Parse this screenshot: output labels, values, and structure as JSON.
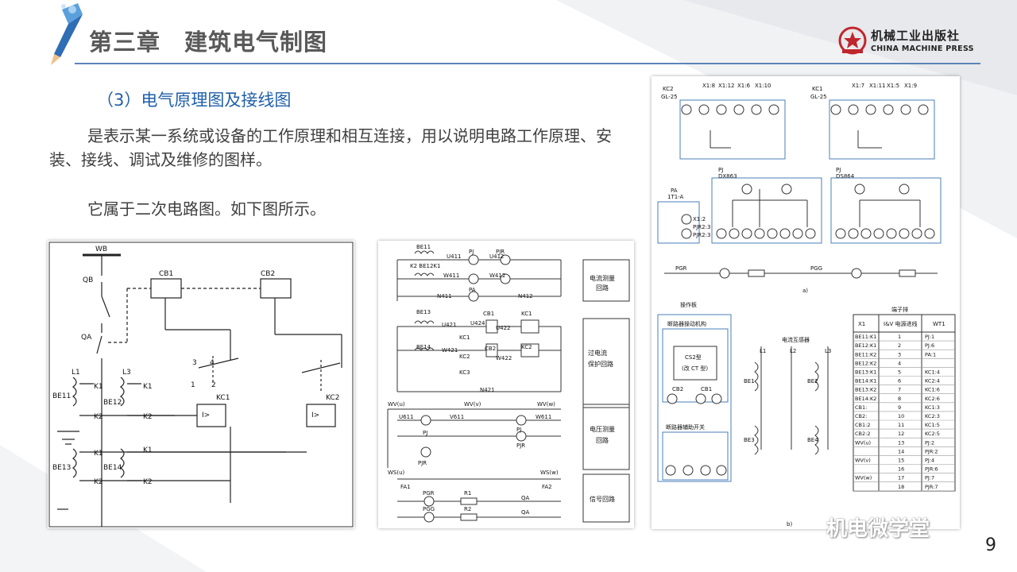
{
  "header": {
    "chapter_no": "第三章",
    "chapter_title": "建筑电气制图",
    "publisher_cn": "机械工业出版社",
    "publisher_en": "CHINA MACHINE PRESS"
  },
  "content": {
    "subtitle": "（3）电气原理图及接线图",
    "paragraph1": "是表示某一系统或设备的工作原理和相互连接，用以说明电路工作原理、安装、接线、调试及维修的图样。",
    "paragraph2": "它属于二次电路图。如下图所示。"
  },
  "figure_left": {
    "labels": [
      "WB",
      "QB",
      "CB1",
      "CB2",
      "QA",
      "L1",
      "L3",
      "BE11",
      "BE12",
      "BE13",
      "BE14",
      "K1",
      "K2",
      "KC1",
      "KC2",
      "3",
      "4",
      "1",
      "2"
    ]
  },
  "figure_middle": {
    "row_labels": [
      "BE11",
      "BE12",
      "K1",
      "K2",
      "U411",
      "N411",
      "W411",
      "PA",
      "PJ",
      "PJR",
      "U412",
      "W412",
      "N412",
      "BE13",
      "BE14",
      "U421",
      "W421",
      "U424",
      "CB1",
      "CB2",
      "KC1",
      "KC2",
      "KC3",
      "U422",
      "W422",
      "N421",
      "WV(u)",
      "WV(v)",
      "WV(w)",
      "U611",
      "V611",
      "W611",
      "WS(u)",
      "WS(w)",
      "FA1",
      "FA2",
      "PGR",
      "PGG",
      "R1",
      "R2",
      "QA"
    ],
    "section_labels": [
      "电流测量回路",
      "过电流保护回路",
      "电压测量回路",
      "信号回路"
    ]
  },
  "figure_right": {
    "top_labels": [
      "KC2",
      "GL-25",
      "KC1",
      "X1:8",
      "X1:12",
      "X1:6",
      "X1:10",
      "X1:7",
      "X1:11",
      "X1:5",
      "X1:9",
      "PJ",
      "DX863",
      "PJ",
      "DS864",
      "PA",
      "1T1-A",
      "X1:2",
      "PJR2:3",
      "PJR2:3",
      "PGR",
      "PGG",
      "a)",
      "b)"
    ],
    "left_box_labels": [
      "操作板",
      "断路器操动机构",
      "CS2型",
      "(改 CT 型)",
      "CB2",
      "CB1",
      "断路器辅助开关"
    ],
    "mid_labels": [
      "电流互感器",
      "L1",
      "L2",
      "L3",
      "BE1",
      "BE3",
      "BE2",
      "BE4"
    ],
    "table_title": "端子排",
    "table_header": [
      "X1",
      "I&V 电源进线",
      "WT1"
    ],
    "table_rows": [
      [
        "BE11:K1",
        "1",
        "PJ:1"
      ],
      [
        "BE12:K1",
        "2",
        "PJ:6"
      ],
      [
        "BE11:K2",
        "3",
        "PA:1"
      ],
      [
        "BE12:K2",
        "4",
        ""
      ],
      [
        "BE13:K1",
        "5",
        "KC1:4"
      ],
      [
        "BE14:K1",
        "6",
        "KC2:4"
      ],
      [
        "BE13:K2",
        "7",
        "KC1:6"
      ],
      [
        "BE14:K2",
        "8",
        "KC2:6"
      ],
      [
        "CB1:",
        "9",
        "KC1:3"
      ],
      [
        "CB2:",
        "10",
        "KC2:3"
      ],
      [
        "CB1:2",
        "11",
        "KC1:5"
      ],
      [
        "CB2:2",
        "12",
        "KC2:5"
      ],
      [
        "WV(u)",
        "13",
        "PJ:2"
      ],
      [
        "",
        "14",
        "PJR:2"
      ],
      [
        "WV(v)",
        "15",
        "PJ:4"
      ],
      [
        "",
        "16",
        "PJR:6"
      ],
      [
        "WV(w)",
        "17",
        "PJ:7"
      ],
      [
        "",
        "18",
        "PJR:7"
      ]
    ]
  },
  "watermark": "机电微学堂",
  "page_number": "9"
}
